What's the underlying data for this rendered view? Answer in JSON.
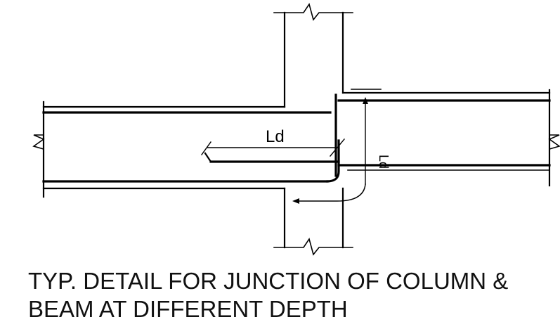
{
  "diagram": {
    "labels": {
      "beam_bar_anchorage": "Ld",
      "column_bar_anchorage": "Ld"
    },
    "caption": {
      "line1": "TYP. DETAIL FOR JUNCTION OF COLUMN &",
      "line2": "BEAM AT DIFFERENT DEPTH"
    }
  }
}
